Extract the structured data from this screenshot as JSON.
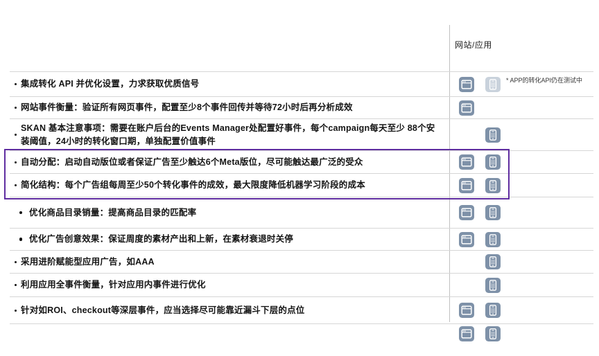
{
  "columns": {
    "header": "网站/应用"
  },
  "note": "* APP的转化API仍在测试中",
  "rows": [
    {
      "text": "集成转化 API 并优化设置，力求获取优质信号",
      "icons": [
        "website",
        "app-testing"
      ],
      "highlighted": false
    },
    {
      "text": "网站事件衡量：验证所有网页事件，配置至少8个事件回传并等待72小时后再分析成效",
      "icons": [
        "website"
      ],
      "highlighted": false
    },
    {
      "text": "SKAN 基本注意事项：需要在账户后台的Events Manager处配置好事件，每个campaign每天至少 88个安装阈值，24小时的转化窗口期，单独配置价值事件",
      "icons": [
        "app"
      ],
      "highlighted": false
    },
    {
      "text": "自动分配：启动自动版位或者保证广告至少触达6个Meta版位，尽可能触达最广泛的受众",
      "icons": [
        "website",
        "app"
      ],
      "highlighted": true
    },
    {
      "text": "简化结构：每个广告组每周至少50个转化事件的成效，最大限度降低机器学习阶段的成本",
      "icons": [
        "website",
        "app"
      ],
      "highlighted": true
    },
    {
      "text": "优化商品目录销量：提高商品目录的匹配率",
      "icons": [
        "website",
        "app"
      ],
      "highlighted": false
    },
    {
      "text": "优化广告创意效果：保证周度的素材产出和上新，在素材衰退时关停",
      "icons": [
        "website",
        "app"
      ],
      "highlighted": false
    },
    {
      "text": "采用进阶赋能型应用广告，如AAA",
      "icons": [
        "app"
      ],
      "highlighted": false
    },
    {
      "text": "利用应用全事件衡量，针对应用内事件进行优化",
      "icons": [
        "app"
      ],
      "highlighted": false
    },
    {
      "text": "针对如ROI、checkout等深层事件，应当选择尽可能靠近漏斗下层的点位",
      "icons": [
        "website",
        "app"
      ],
      "highlighted": false
    }
  ],
  "legend_icons": [
    "website",
    "app"
  ],
  "colors": {
    "icon": "#7e91a8",
    "icon_disabled": "#c9d2dc",
    "highlight_border": "#5f2da0",
    "separator": "#d6d6d6",
    "divider": "#c0c0c0",
    "text": "#141414"
  }
}
